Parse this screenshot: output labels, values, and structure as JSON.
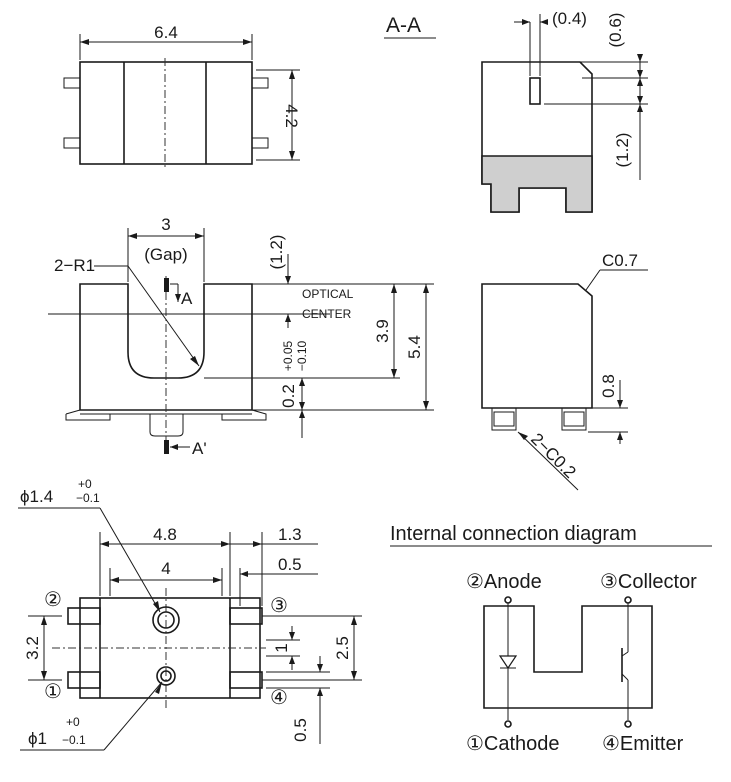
{
  "section_label": "A-A",
  "top_view": {
    "width": "6.4",
    "height": "4.2"
  },
  "section_aa": {
    "slot_width": "(0.4)",
    "top_offset": "(0.6)",
    "depth": "(1.2)"
  },
  "front_view": {
    "gap_width": "3",
    "gap_label": "(Gap)",
    "radius": "2−R1",
    "section_mark_top": "A",
    "section_mark_bottom": "A'",
    "top_offset": "(1.2)",
    "optical_center_1": "OPTICAL",
    "optical_center_2": "CENTER",
    "tol_plus": "+0.05",
    "tol_minus": "−0.10",
    "tol_base": "0.2",
    "center_height": "3.9",
    "total_height": "5.4"
  },
  "side_view": {
    "chamfer_top": "C0.7",
    "foot_height": "0.8",
    "chamfer_bottom": "2−C0.2"
  },
  "bottom_view": {
    "hole1_dia": "ϕ1.4",
    "hole1_tol_plus": "+0",
    "hole1_tol_minus": "−0.1",
    "hole2_dia": "ϕ1",
    "hole2_tol_plus": "+0",
    "hole2_tol_minus": "−0.1",
    "pitch_outer": "4.8",
    "pitch_inner": "4",
    "lead_length": "1.3",
    "lead_width": "0.5",
    "row_pitch": "3.2",
    "row_pitch_right": "2.5",
    "lead_height": "1",
    "lead_gap": "0.5",
    "pin1": "①",
    "pin2": "②",
    "pin3": "③",
    "pin4": "④"
  },
  "connection": {
    "title": "Internal connection diagram",
    "anode": "②Anode",
    "collector": "③Collector",
    "cathode": "①Cathode",
    "emitter": "④Emitter"
  }
}
